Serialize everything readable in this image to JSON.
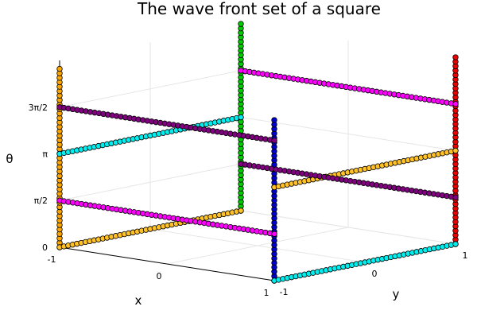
{
  "chart_data": {
    "type": "scatter",
    "projection": "3d",
    "title": "The wave front set of a square",
    "xlabel": "x",
    "ylabel": "y",
    "zlabel": "θ",
    "xlim": [
      -1,
      1
    ],
    "ylim": [
      -1,
      1
    ],
    "zlim": [
      0,
      6.283
    ],
    "x_ticks": [
      {
        "v": -1,
        "label": "-1"
      },
      {
        "v": 0,
        "label": "0"
      },
      {
        "v": 1,
        "label": "1"
      }
    ],
    "y_ticks": [
      {
        "v": -1,
        "label": "-1"
      },
      {
        "v": 0,
        "label": "0"
      },
      {
        "v": 1,
        "label": "1"
      }
    ],
    "z_ticks": [
      {
        "v": 0,
        "label": "0"
      },
      {
        "v": 1.571,
        "label": "π/2"
      },
      {
        "v": 3.142,
        "label": "π"
      },
      {
        "v": 4.712,
        "label": "3π/2"
      }
    ],
    "grid": true,
    "legend": false,
    "series": [
      {
        "color": "#ffa500",
        "kind": "vertical",
        "x": -1,
        "y": -1,
        "z": [
          0,
          6.0
        ]
      },
      {
        "color": "#00cd00",
        "kind": "vertical",
        "x": -1,
        "y": 1,
        "z": [
          0,
          6.283
        ]
      },
      {
        "color": "#0000cd",
        "kind": "vertical",
        "x": 1,
        "y": -1,
        "z": [
          0,
          5.4
        ]
      },
      {
        "color": "#ee0000",
        "kind": "vertical",
        "x": 1,
        "y": 1,
        "z": [
          0,
          6.283
        ]
      },
      {
        "color": "#ffc125",
        "kind": "edge",
        "from": [
          -1,
          -1
        ],
        "to": [
          -1,
          1
        ],
        "z": 0
      },
      {
        "color": "#ff00ff",
        "kind": "edge",
        "from": [
          -1,
          -1
        ],
        "to": [
          1,
          -1
        ],
        "z": 1.571
      },
      {
        "color": "#00eeee",
        "kind": "edge",
        "from": [
          -1,
          -1
        ],
        "to": [
          -1,
          1
        ],
        "z": 3.142
      },
      {
        "color": "#800080",
        "kind": "edge",
        "from": [
          -1,
          -1
        ],
        "to": [
          1,
          -1
        ],
        "z": 4.712
      },
      {
        "color": "#00eeee",
        "kind": "edge",
        "from": [
          1,
          -1
        ],
        "to": [
          1,
          1
        ],
        "z": 0
      },
      {
        "color": "#ffc125",
        "kind": "edge",
        "from": [
          1,
          -1
        ],
        "to": [
          1,
          1
        ],
        "z": 3.142
      },
      {
        "color": "#800080",
        "kind": "edge",
        "from": [
          -1,
          1
        ],
        "to": [
          1,
          1
        ],
        "z": 1.571
      },
      {
        "color": "#ff00ff",
        "kind": "edge",
        "from": [
          -1,
          1
        ],
        "to": [
          1,
          1
        ],
        "z": 4.712
      }
    ]
  }
}
